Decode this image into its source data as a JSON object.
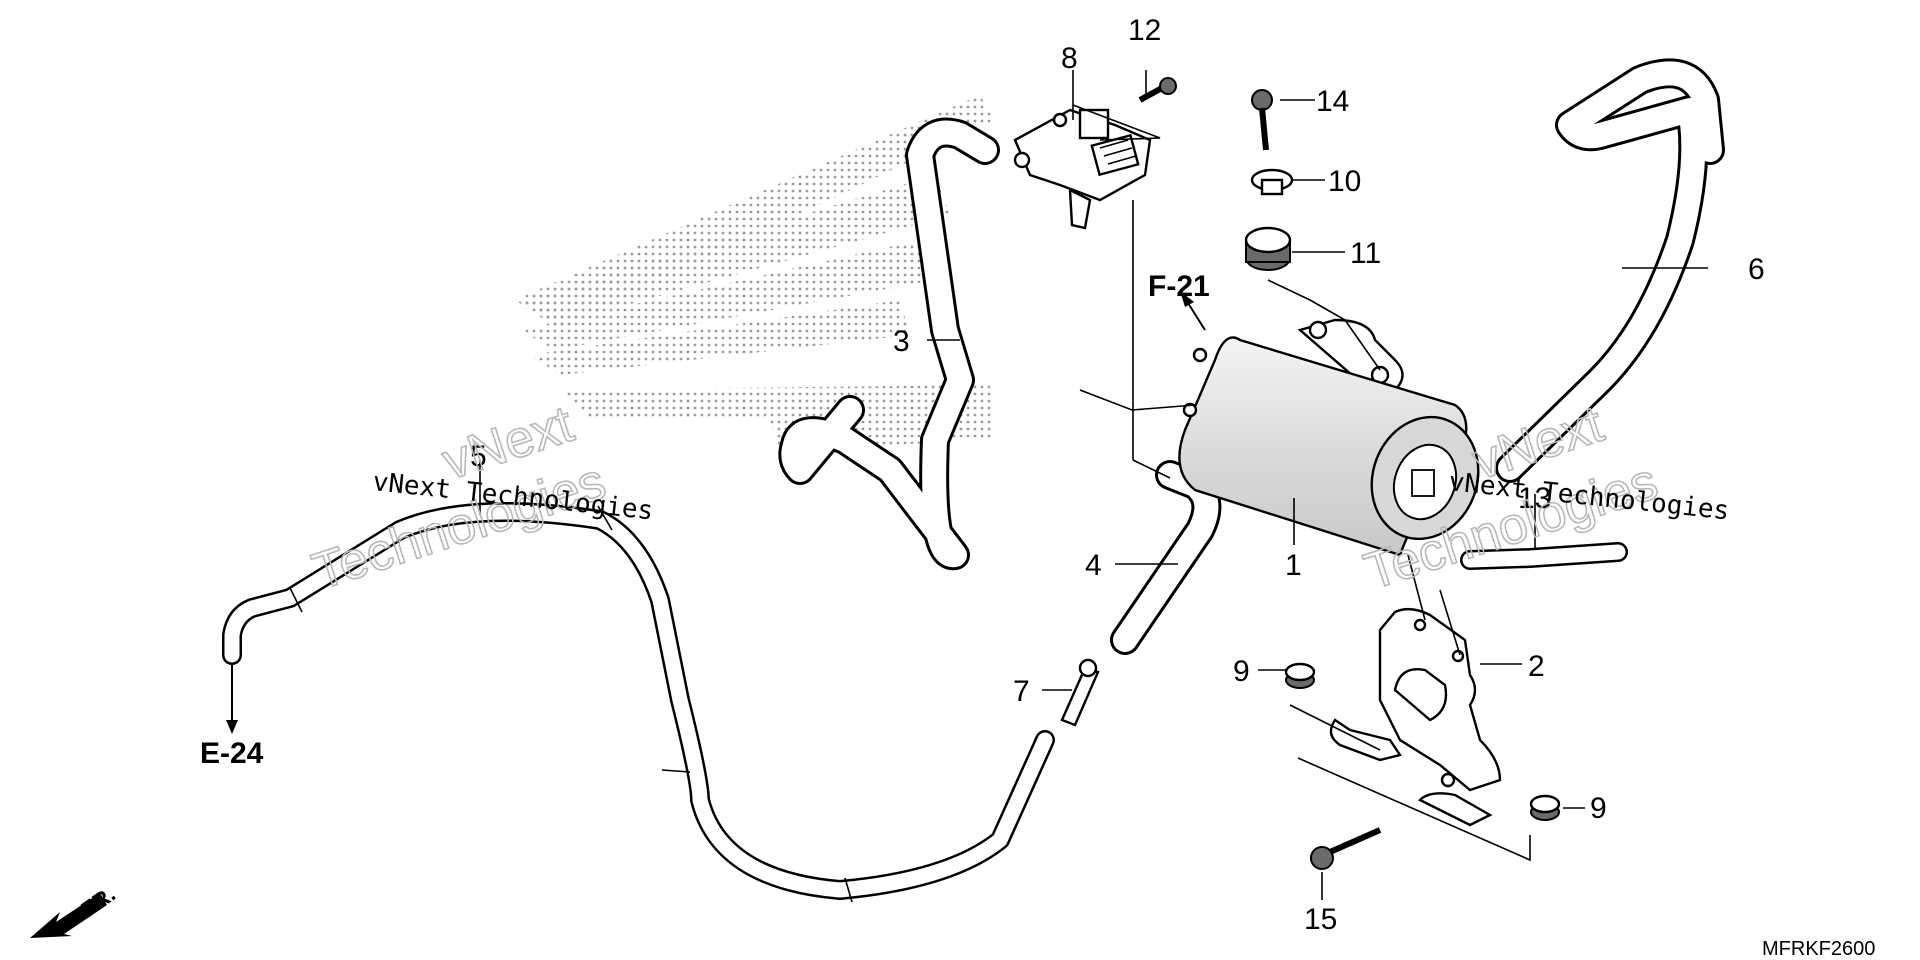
{
  "callouts": {
    "c1": "1",
    "c2": "2",
    "c3": "3",
    "c4": "4",
    "c5": "5",
    "c6": "6",
    "c7": "7",
    "c8": "8",
    "c9a": "9",
    "c9b": "9",
    "c10": "10",
    "c11": "11",
    "c12": "12",
    "c13": "13",
    "c14": "14",
    "c15": "15"
  },
  "references": {
    "f21": "F-21",
    "e24": "E-24",
    "front": "FR."
  },
  "diagram_code": "MFRKF2600",
  "watermark": {
    "line1": "vNext",
    "line2": "Technologies",
    "full": "vNext Technologies"
  },
  "colors": {
    "ink": "#000000",
    "paper": "#ffffff",
    "canister_fill": "#e4e4e4",
    "logo_dots": "#9a9a9a"
  },
  "icons": {
    "front_arrow": "arrow-down-left-icon",
    "reference_arrow": "arrow-icon"
  }
}
